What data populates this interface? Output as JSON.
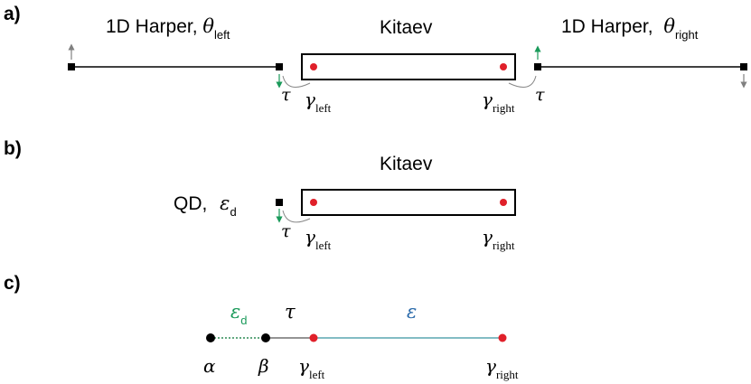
{
  "panels": {
    "a": {
      "label": "a)",
      "left_title": "1D Harper, ",
      "left_theta": "θ",
      "left_theta_sub": "left",
      "center_title": "Kitaev",
      "right_title": "1D Harper, ",
      "right_theta": "θ",
      "right_theta_sub": "right",
      "tau_left": "τ",
      "tau_right": "τ",
      "gamma_left": "γ",
      "gamma_left_sub": "left",
      "gamma_right": "γ",
      "gamma_right_sub": "right"
    },
    "b": {
      "label": "b)",
      "center_title": "Kitaev",
      "qd_label": "QD, ",
      "qd_eps": "ε",
      "qd_eps_sub": "d",
      "tau": "τ",
      "gamma_left": "γ",
      "gamma_left_sub": "left",
      "gamma_right": "γ",
      "gamma_right_sub": "right"
    },
    "c": {
      "label": "c)",
      "eps_d": "ε",
      "eps_d_sub": "d",
      "tau": "τ",
      "eps": "ε",
      "alpha": "α",
      "beta": "β",
      "gamma_left": "γ",
      "gamma_left_sub": "left",
      "gamma_right": "γ",
      "gamma_right_sub": "right"
    }
  },
  "colors": {
    "majorana": "#e0202a",
    "arrow_gray": "#808080",
    "arrow_green": "#1a9a5a",
    "eps_d_green": "#1a9a5a",
    "eps_blue": "#2a6aaa",
    "teal_line": "#5aa6b0",
    "dotted_green": "#2e8b57",
    "coupling_gray": "#888888"
  },
  "icons": {
    "site_marker": "square-site-icon",
    "majorana_marker": "red-dot-icon",
    "spin_up": "arrow-up-icon",
    "spin_down": "arrow-down-icon"
  }
}
